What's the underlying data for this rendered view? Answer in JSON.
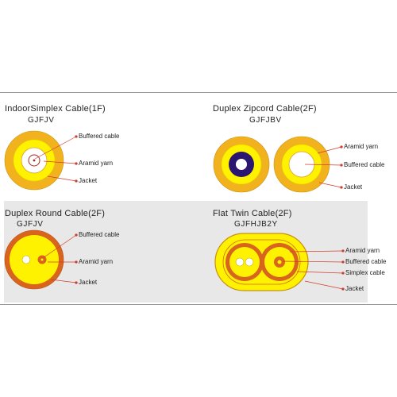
{
  "panels": {
    "indoor_simplex": {
      "title": "IndoorSimplex Cable(1F)",
      "model": "GJFJV",
      "labels": [
        "Buffered cable",
        "Aramid yarn",
        "Jacket"
      ]
    },
    "duplex_zipcord": {
      "title": "Duplex Zipcord Cable(2F)",
      "model": "GJFJBV",
      "labels": [
        "Aramid yarn",
        "Buffered cable",
        "Jacket"
      ]
    },
    "duplex_round": {
      "title": "Duplex Round Cable(2F)",
      "model": "GJFJV",
      "labels": [
        "Buffered cable",
        "Aramid yarn",
        "Jacket"
      ]
    },
    "flat_twin": {
      "title": "Flat Twin  Cable(2F)",
      "model": "GJFHJB2Y",
      "labels": [
        "Aramid yarn",
        "Buffered cable",
        "Simplex cable",
        "Jacket"
      ]
    }
  },
  "colors": {
    "jacket_orange": "#f2b21e",
    "aramid_yellow": "#fff200",
    "buffer_white": "#ffffff",
    "dark_orange": "#d9641e",
    "navy_core": "#2a1570",
    "leader_red": "#d23b2a",
    "band_gray": "#e8e8e8"
  }
}
